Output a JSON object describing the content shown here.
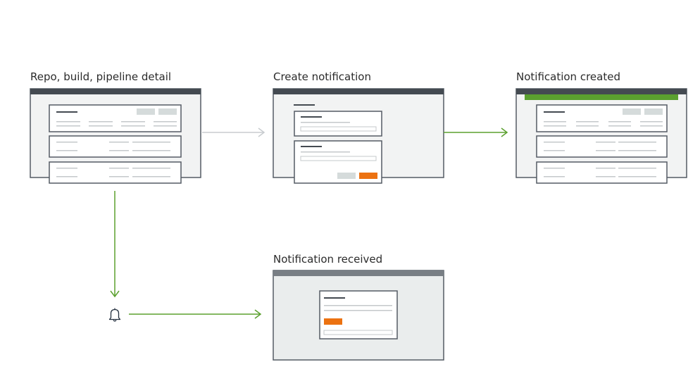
{
  "labels": {
    "repo": "Repo, build, pipeline detail",
    "create": "Create notification",
    "created": "Notification created",
    "received": "Notification received"
  },
  "icons": {
    "bell": "bell-icon",
    "arrow": "arrow-right-icon"
  },
  "colors": {
    "title_bar": "#444a51",
    "frame": "#545b64",
    "accent_green": "#5ba02f",
    "accent_orange": "#ec7211",
    "arrow_green": "#5ba02f",
    "arrow_gray": "#c8cccf",
    "panel_gray": "#f2f3f3",
    "button_gray": "#d5dbdb"
  }
}
